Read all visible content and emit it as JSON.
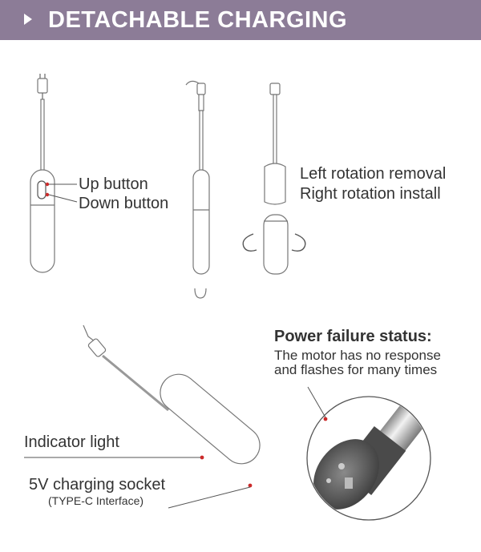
{
  "header": {
    "title": "DETACHABLE CHARGING"
  },
  "labels": {
    "up_button": "Up button",
    "down_button": "Down button",
    "left_rotation": "Left rotation removal",
    "right_rotation": "Right rotation install",
    "power_failure_title": "Power failure status:",
    "power_failure_line1": "The motor has no response",
    "power_failure_line2": "and flashes for many times",
    "indicator_light": "Indicator light",
    "charging_socket": "5V charging socket",
    "charging_interface": "(TYPE-C Interface)"
  },
  "colors": {
    "header_bg": "#8c7c97",
    "marker": "#cc2a2a",
    "line": "#555555"
  }
}
